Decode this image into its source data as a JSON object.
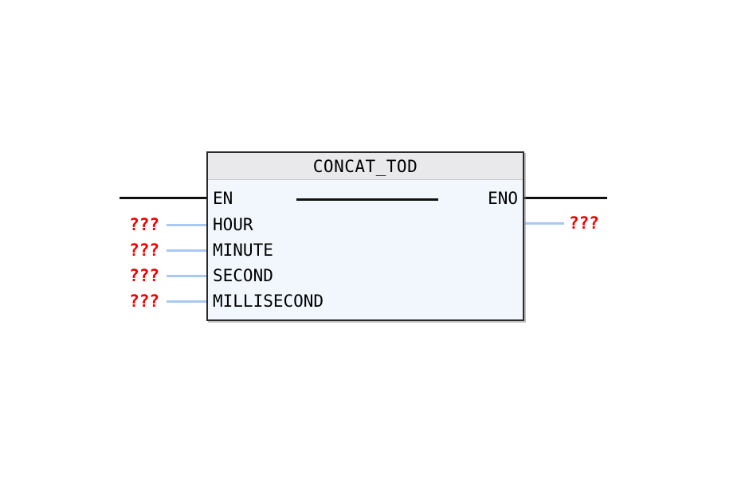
{
  "diagram": {
    "type": "function-block-diagram",
    "notation": "IEC 61131-3 FBD",
    "background_color": "#ffffff"
  },
  "block": {
    "name": "CONCAT_TOD",
    "header_color": "#e9e9eb",
    "body_color": "#f2f7fd",
    "border_color": "#2b2b2b"
  },
  "enable": {
    "in_label": "EN",
    "out_label": "ENO",
    "rail_color": "#111111"
  },
  "inputs": [
    {
      "name": "HOUR",
      "operand": "???",
      "row": 1
    },
    {
      "name": "MINUTE",
      "operand": "???",
      "row": 2
    },
    {
      "name": "SECOND",
      "operand": "???",
      "row": 3
    },
    {
      "name": "MILLISECOND",
      "operand": "???",
      "row": 4
    }
  ],
  "outputs": [
    {
      "name": "",
      "operand": "???",
      "row": 1
    }
  ],
  "colors": {
    "unconnected_operand": "#ee0000",
    "signal_wire": "#a9c9f2",
    "power_rail": "#111111"
  }
}
